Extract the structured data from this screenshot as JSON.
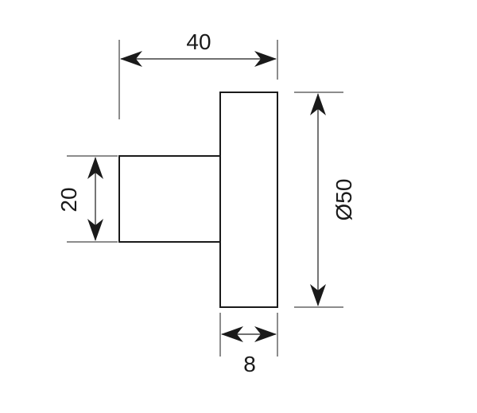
{
  "drawing": {
    "dimensions": {
      "overall_length": "40",
      "stem_height": "20",
      "rose_diameter": "Ø50",
      "rose_thickness": "8"
    },
    "colors": {
      "line": "#1a1a1a",
      "background": "#ffffff"
    }
  }
}
